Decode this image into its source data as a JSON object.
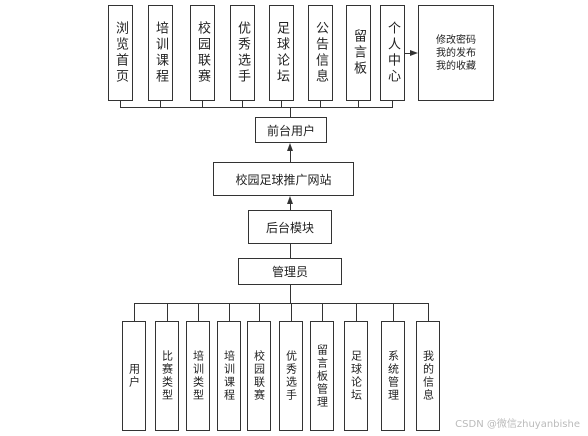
{
  "frontend_modules": [
    {
      "label": "浏览首页"
    },
    {
      "label": "培训课程"
    },
    {
      "label": "校园联赛"
    },
    {
      "label": "优秀选手"
    },
    {
      "label": "足球论坛"
    },
    {
      "label": "公告信息"
    },
    {
      "label": "留言板"
    },
    {
      "label": "个人中心"
    }
  ],
  "personal_center_box": {
    "lines": [
      "修改密码",
      "我的发布",
      "我的收藏"
    ]
  },
  "front_label": "前台用户",
  "site_label": "校园足球推广网站",
  "backend_label": "后台模块",
  "admin_label": "管理员",
  "admin_modules": [
    {
      "label": "用户"
    },
    {
      "label": "比赛类型"
    },
    {
      "label": "培训类型"
    },
    {
      "label": "培训课程"
    },
    {
      "label": "校园联赛"
    },
    {
      "label": "优秀选手"
    },
    {
      "label": "留言板管理"
    },
    {
      "label": "足球论坛"
    },
    {
      "label": "系统管理"
    },
    {
      "label": "我的信息"
    }
  ],
  "watermark": "CSDN @微信zhuyanbishe"
}
